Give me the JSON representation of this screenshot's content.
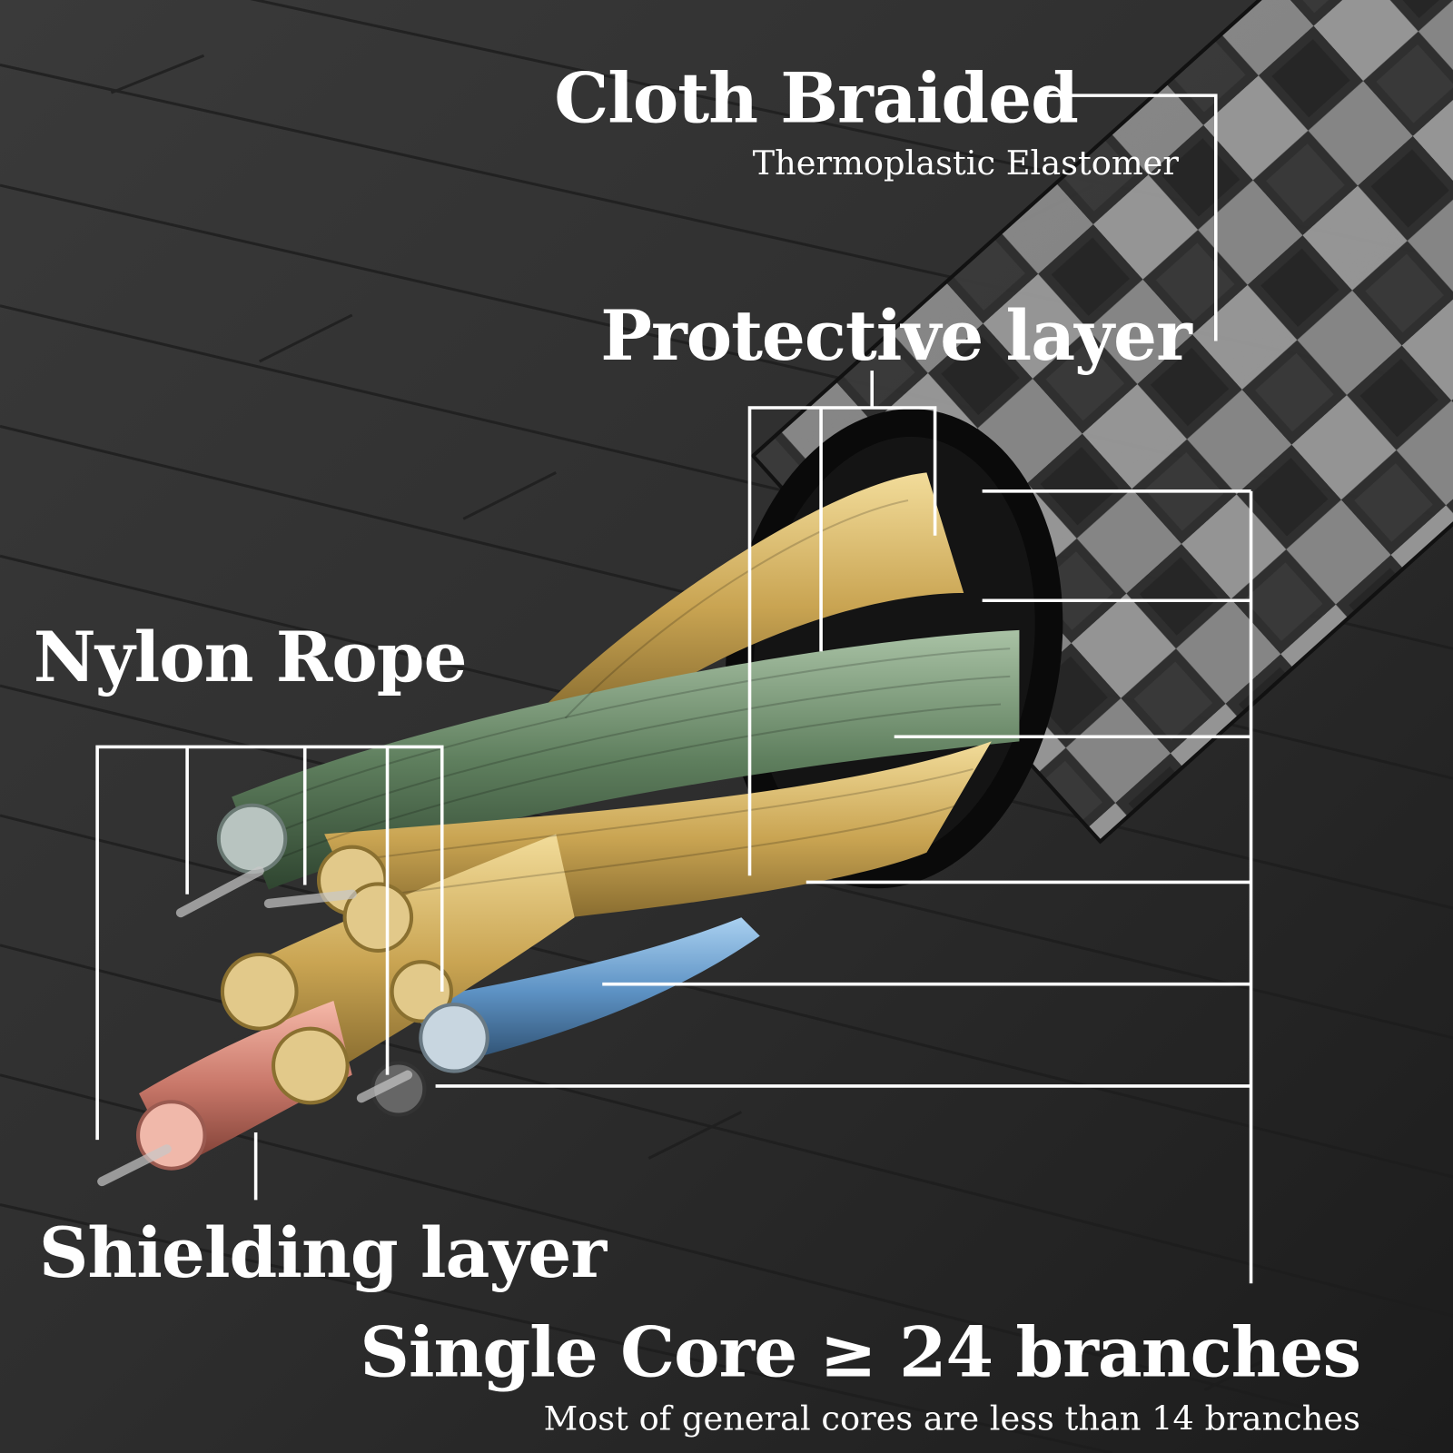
{
  "labels": {
    "cloth_braided": "Cloth Braided",
    "cloth_braided_sub": "Thermoplastic Elastomer",
    "protective_layer": "Protective layer",
    "nylon_rope": "Nylon Rope",
    "shielding_layer": "Shielding layer",
    "single_core": "Single Core ≥ 24 branches",
    "single_core_sub": "Most of general cores are less than 14 branches"
  },
  "colors": {
    "gold": "#d9b86a",
    "green": "#6f8f6e",
    "blue": "#6aa0d0",
    "copper": "#d88a7a",
    "silver": "#a8b0b0",
    "background": "#2b2b2b"
  }
}
